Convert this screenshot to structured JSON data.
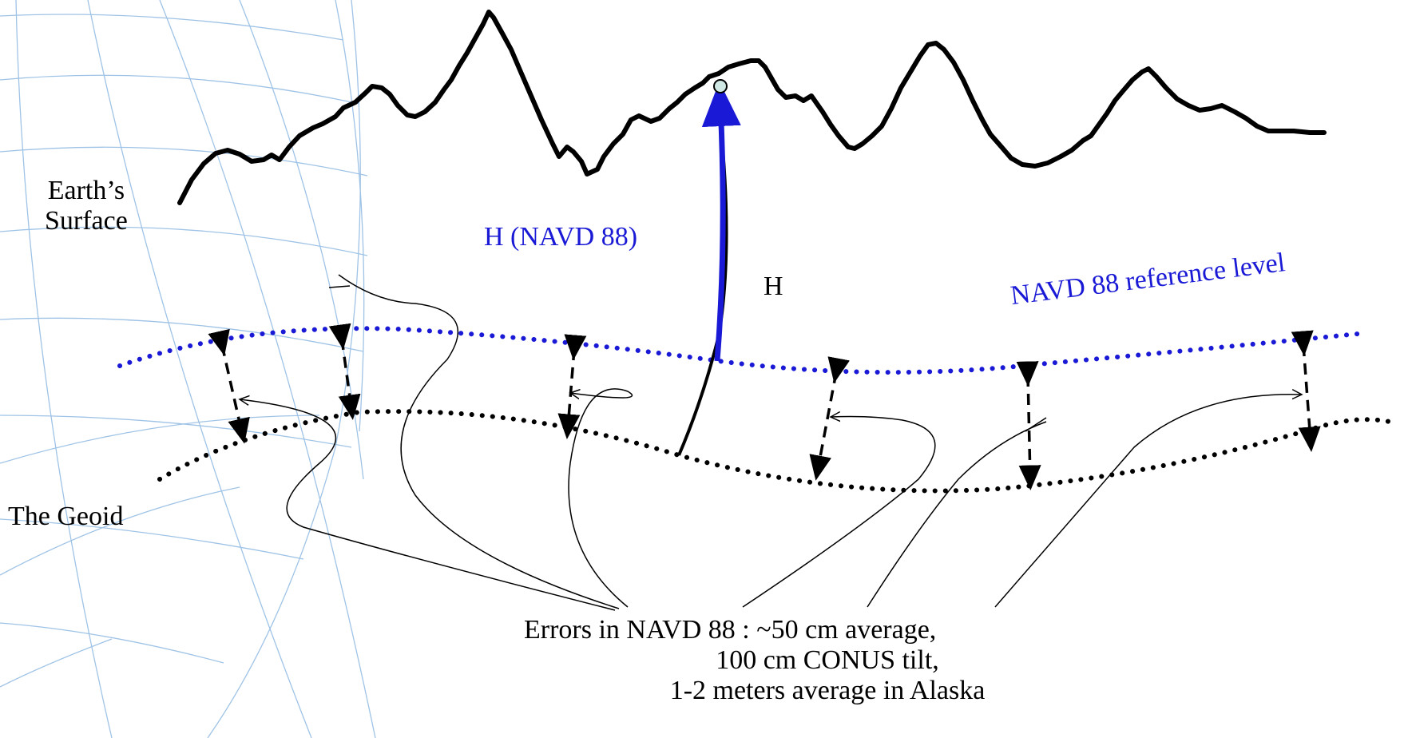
{
  "colors": {
    "navd88": "#1a1ad6",
    "ink": "#000000",
    "globe_grid": "#9fc3e6",
    "marker_fill": "#cfe8e4"
  },
  "labels": {
    "earth_surface": [
      "Earth’s",
      "Surface"
    ],
    "geoid": "The Geoid",
    "h": "H",
    "h_navd88": "H (NAVD 88)",
    "navd88_reference_level": "NAVD 88 reference level",
    "errors": [
      "Errors in NAVD 88 :  ~50 cm average,",
      "100 cm CONUS tilt,",
      "1-2 meters average in Alaska"
    ]
  }
}
